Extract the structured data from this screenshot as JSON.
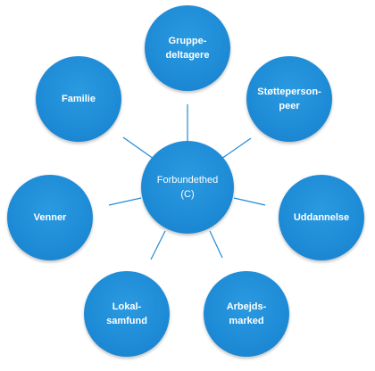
{
  "center": {
    "label": "Forbundethed\n(C)"
  },
  "nodes": [
    {
      "id": "gruppedeltagere",
      "label": "Gruppe-\ndeltagere"
    },
    {
      "id": "stoetteperson",
      "label": "Støtteperson-\npeer"
    },
    {
      "id": "uddannelse",
      "label": "Uddannelse"
    },
    {
      "id": "arbejdsmarked",
      "label": "Arbejds-\nmarked"
    },
    {
      "id": "lokalsamfund",
      "label": "Lokal-\nsamfund"
    },
    {
      "id": "venner",
      "label": "Venner"
    },
    {
      "id": "familie",
      "label": "Familie"
    }
  ],
  "colors": {
    "node_fill": "#1e8bd6",
    "connector": "#1e8bd6"
  }
}
